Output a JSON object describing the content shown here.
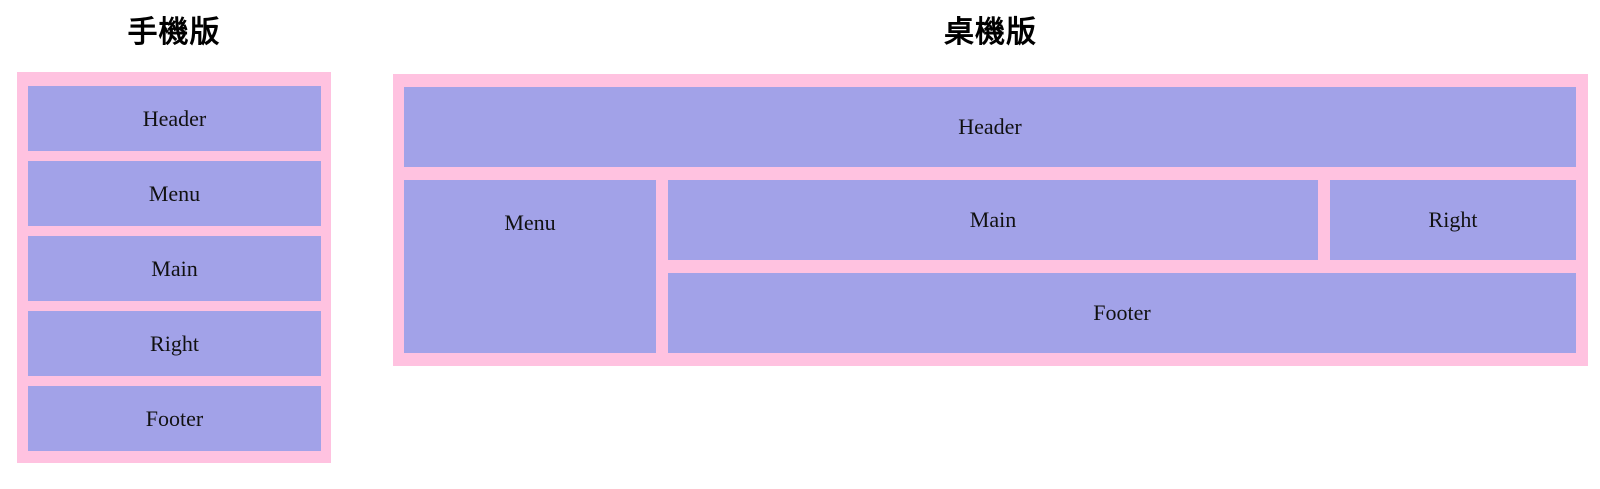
{
  "colors": {
    "container_pink": "#ffc2e0",
    "box_purple": "#a2a2e8",
    "box_text": "#111111",
    "title_text": "#000000"
  },
  "mobile": {
    "title": "手機版",
    "boxes": [
      {
        "label": "Header"
      },
      {
        "label": "Menu"
      },
      {
        "label": "Main"
      },
      {
        "label": "Right"
      },
      {
        "label": "Footer"
      }
    ]
  },
  "desktop": {
    "title": "桌機版",
    "boxes": {
      "header": {
        "label": "Header"
      },
      "menu": {
        "label": "Menu"
      },
      "main": {
        "label": "Main"
      },
      "right": {
        "label": "Right"
      },
      "footer": {
        "label": "Footer"
      }
    }
  }
}
